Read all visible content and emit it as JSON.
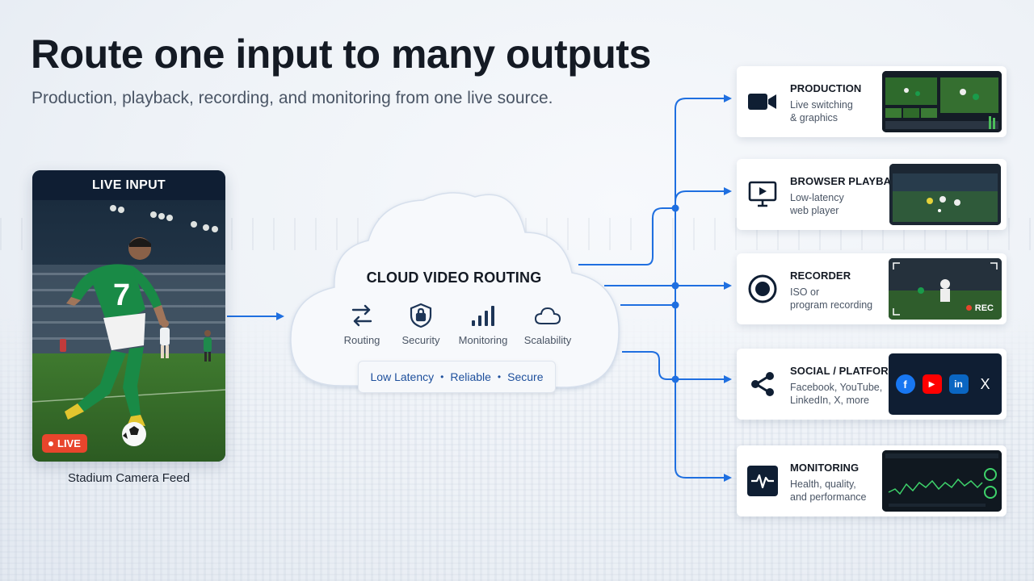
{
  "title": "Route one input to many outputs",
  "subtitle": "Production, playback, recording, and monitoring from one live source.",
  "live_input": {
    "header": "LIVE INPUT",
    "badge": "LIVE",
    "caption": "Stadium Camera Feed",
    "jersey_number": "7"
  },
  "cloud": {
    "title": "CLOUD VIDEO ROUTING",
    "features": [
      {
        "label": "Routing",
        "icon": "routing-arrows-icon"
      },
      {
        "label": "Security",
        "icon": "shield-lock-icon"
      },
      {
        "label": "Monitoring",
        "icon": "bar-signal-icon"
      },
      {
        "label": "Scalability",
        "icon": "cloud-icon"
      }
    ],
    "tags": [
      "Low Latency",
      "Reliable",
      "Secure"
    ],
    "tag_separator": "•"
  },
  "outputs": [
    {
      "name": "PRODUCTION",
      "desc_lines": [
        "Live switching",
        "& graphics"
      ],
      "icon": "video-camera-icon"
    },
    {
      "name": "BROWSER PLAYBACK",
      "desc_lines": [
        "Low-latency",
        "web player"
      ],
      "icon": "monitor-play-icon"
    },
    {
      "name": "RECORDER",
      "desc_lines": [
        "ISO or",
        "program recording"
      ],
      "icon": "record-icon",
      "tag": "REC"
    },
    {
      "name": "SOCIAL / PLATFORMS",
      "desc_lines": [
        "Facebook, YouTube,",
        "LinkedIn, X, more"
      ],
      "icon": "share-icon",
      "platform_icons": [
        "facebook-icon",
        "youtube-icon",
        "linkedin-icon",
        "x-icon"
      ],
      "platform_glyphs": [
        "f",
        "▶",
        "in",
        "X"
      ]
    },
    {
      "name": "MONITORING",
      "desc_lines": [
        "Health, quality,",
        "and performance"
      ],
      "icon": "pulse-icon"
    }
  ],
  "colors": {
    "accent": "#1f6fe0",
    "navy": "#0f1e33",
    "live_red": "#e8452c",
    "facebook": "#1877f2",
    "youtube": "#ff0000",
    "linkedin": "#0a66c2"
  }
}
